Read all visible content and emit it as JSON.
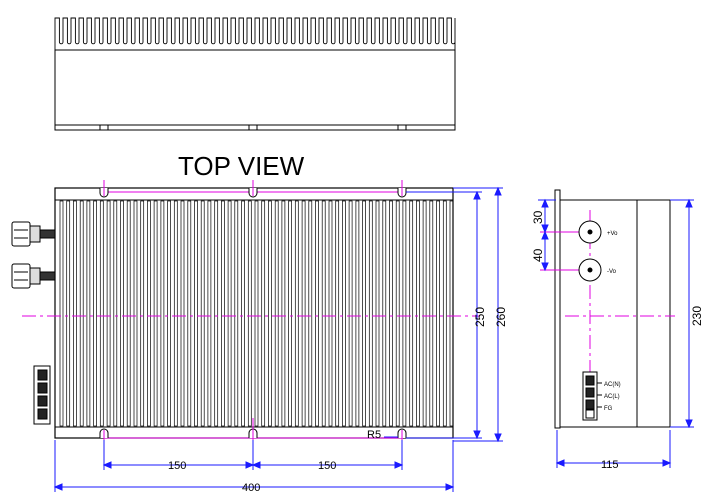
{
  "view_title": "TOP VIEW",
  "colors": {
    "line": "#000000",
    "dimension": "#1a1aff",
    "center": "#e000e0"
  },
  "top_view": {
    "dim_width": "400",
    "dim_hole_spacing_left": "150",
    "dim_hole_spacing_right": "150",
    "dim_height_outer": "260",
    "dim_height_holes": "250",
    "radius_label": "R5"
  },
  "side_view": {
    "dim_depth": "115",
    "dim_height": "230",
    "dim_terminal_top": "30",
    "dim_terminal_spacing": "40",
    "terminal_pos_label": "+Vo",
    "terminal_neg_label": "-Vo",
    "connector_labels": [
      "AC(N)",
      "AC(L)",
      "FG"
    ]
  }
}
